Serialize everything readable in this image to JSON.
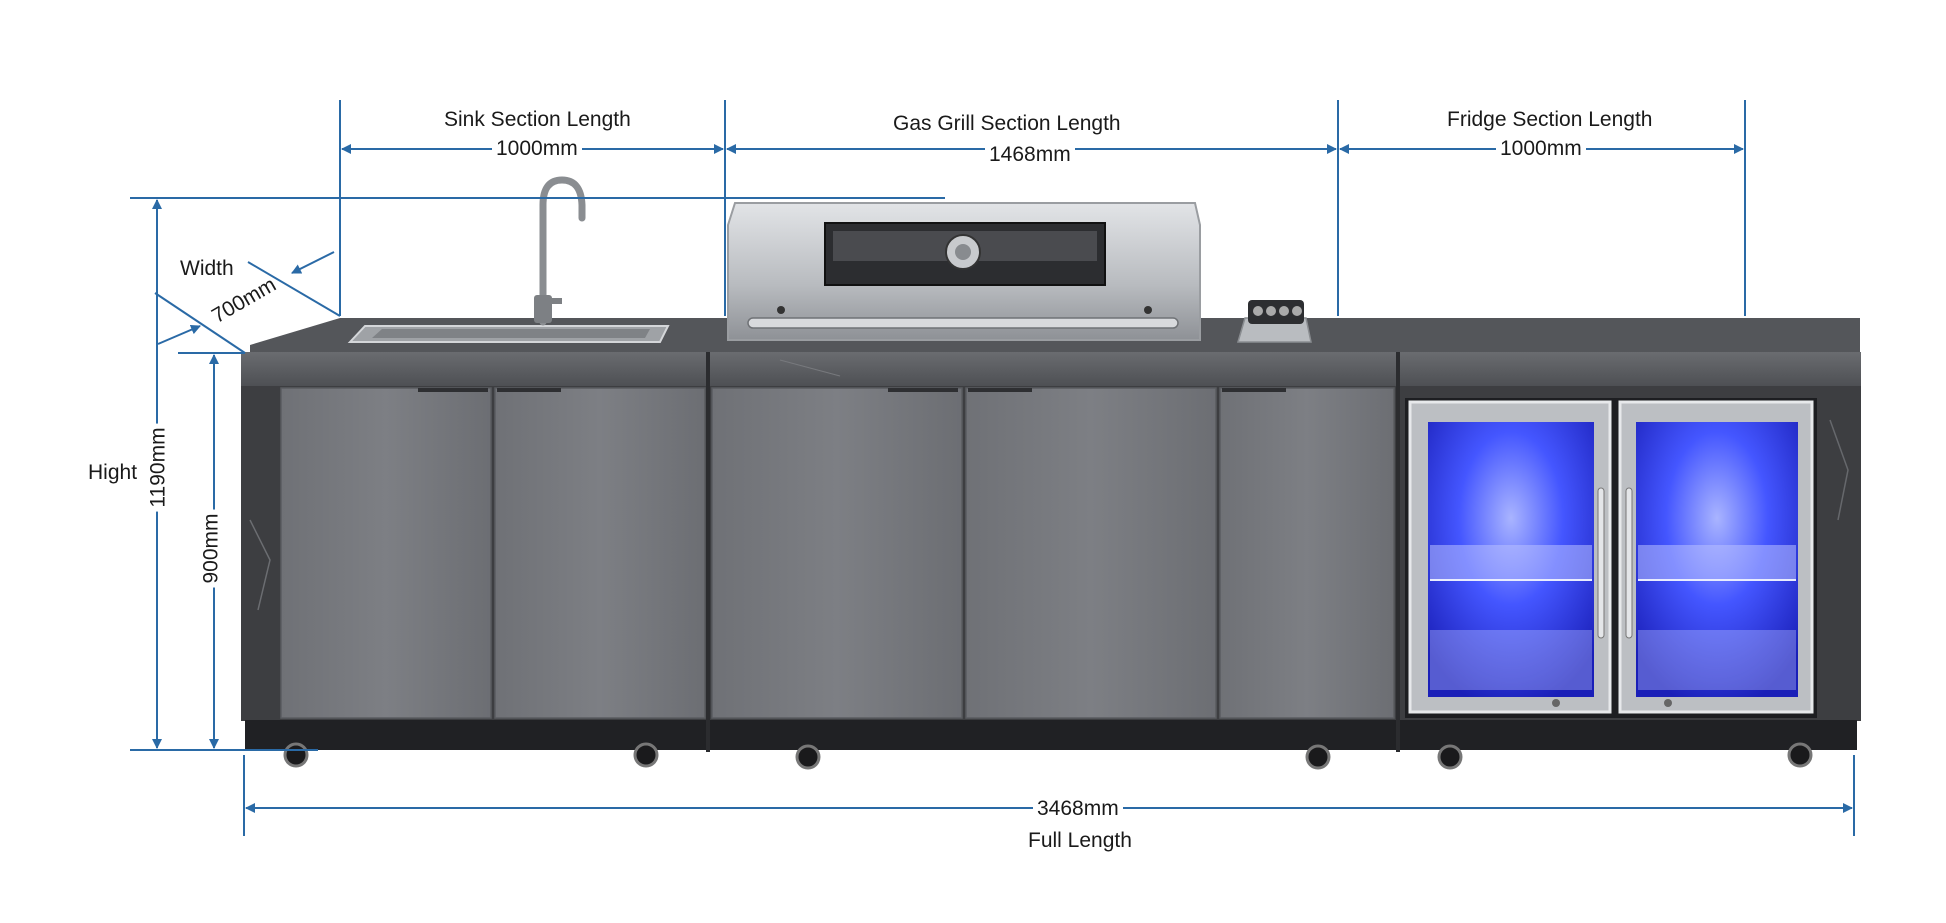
{
  "dimensions": {
    "sink": {
      "title": "Sink Section Length",
      "value": "1000mm"
    },
    "grill": {
      "title": "Gas Grill Section Length",
      "value": "1468mm"
    },
    "fridge": {
      "title": "Fridge Section Length",
      "value": "1000mm"
    },
    "width": {
      "title": "Width",
      "value": "700mm"
    },
    "height_total": {
      "title": "Hight",
      "value": "1190mm"
    },
    "height_counter": {
      "value": "900mm"
    },
    "full": {
      "title": "Full Length",
      "value": "3468mm"
    }
  },
  "colors": {
    "dimension_line": "#2a6aa6",
    "cabinet_frame": "#3f4043",
    "cabinet_door": "#76787d",
    "countertop": "#5e6064",
    "stainless": "#c9cbce",
    "fridge_glow": "#3a4dff"
  }
}
